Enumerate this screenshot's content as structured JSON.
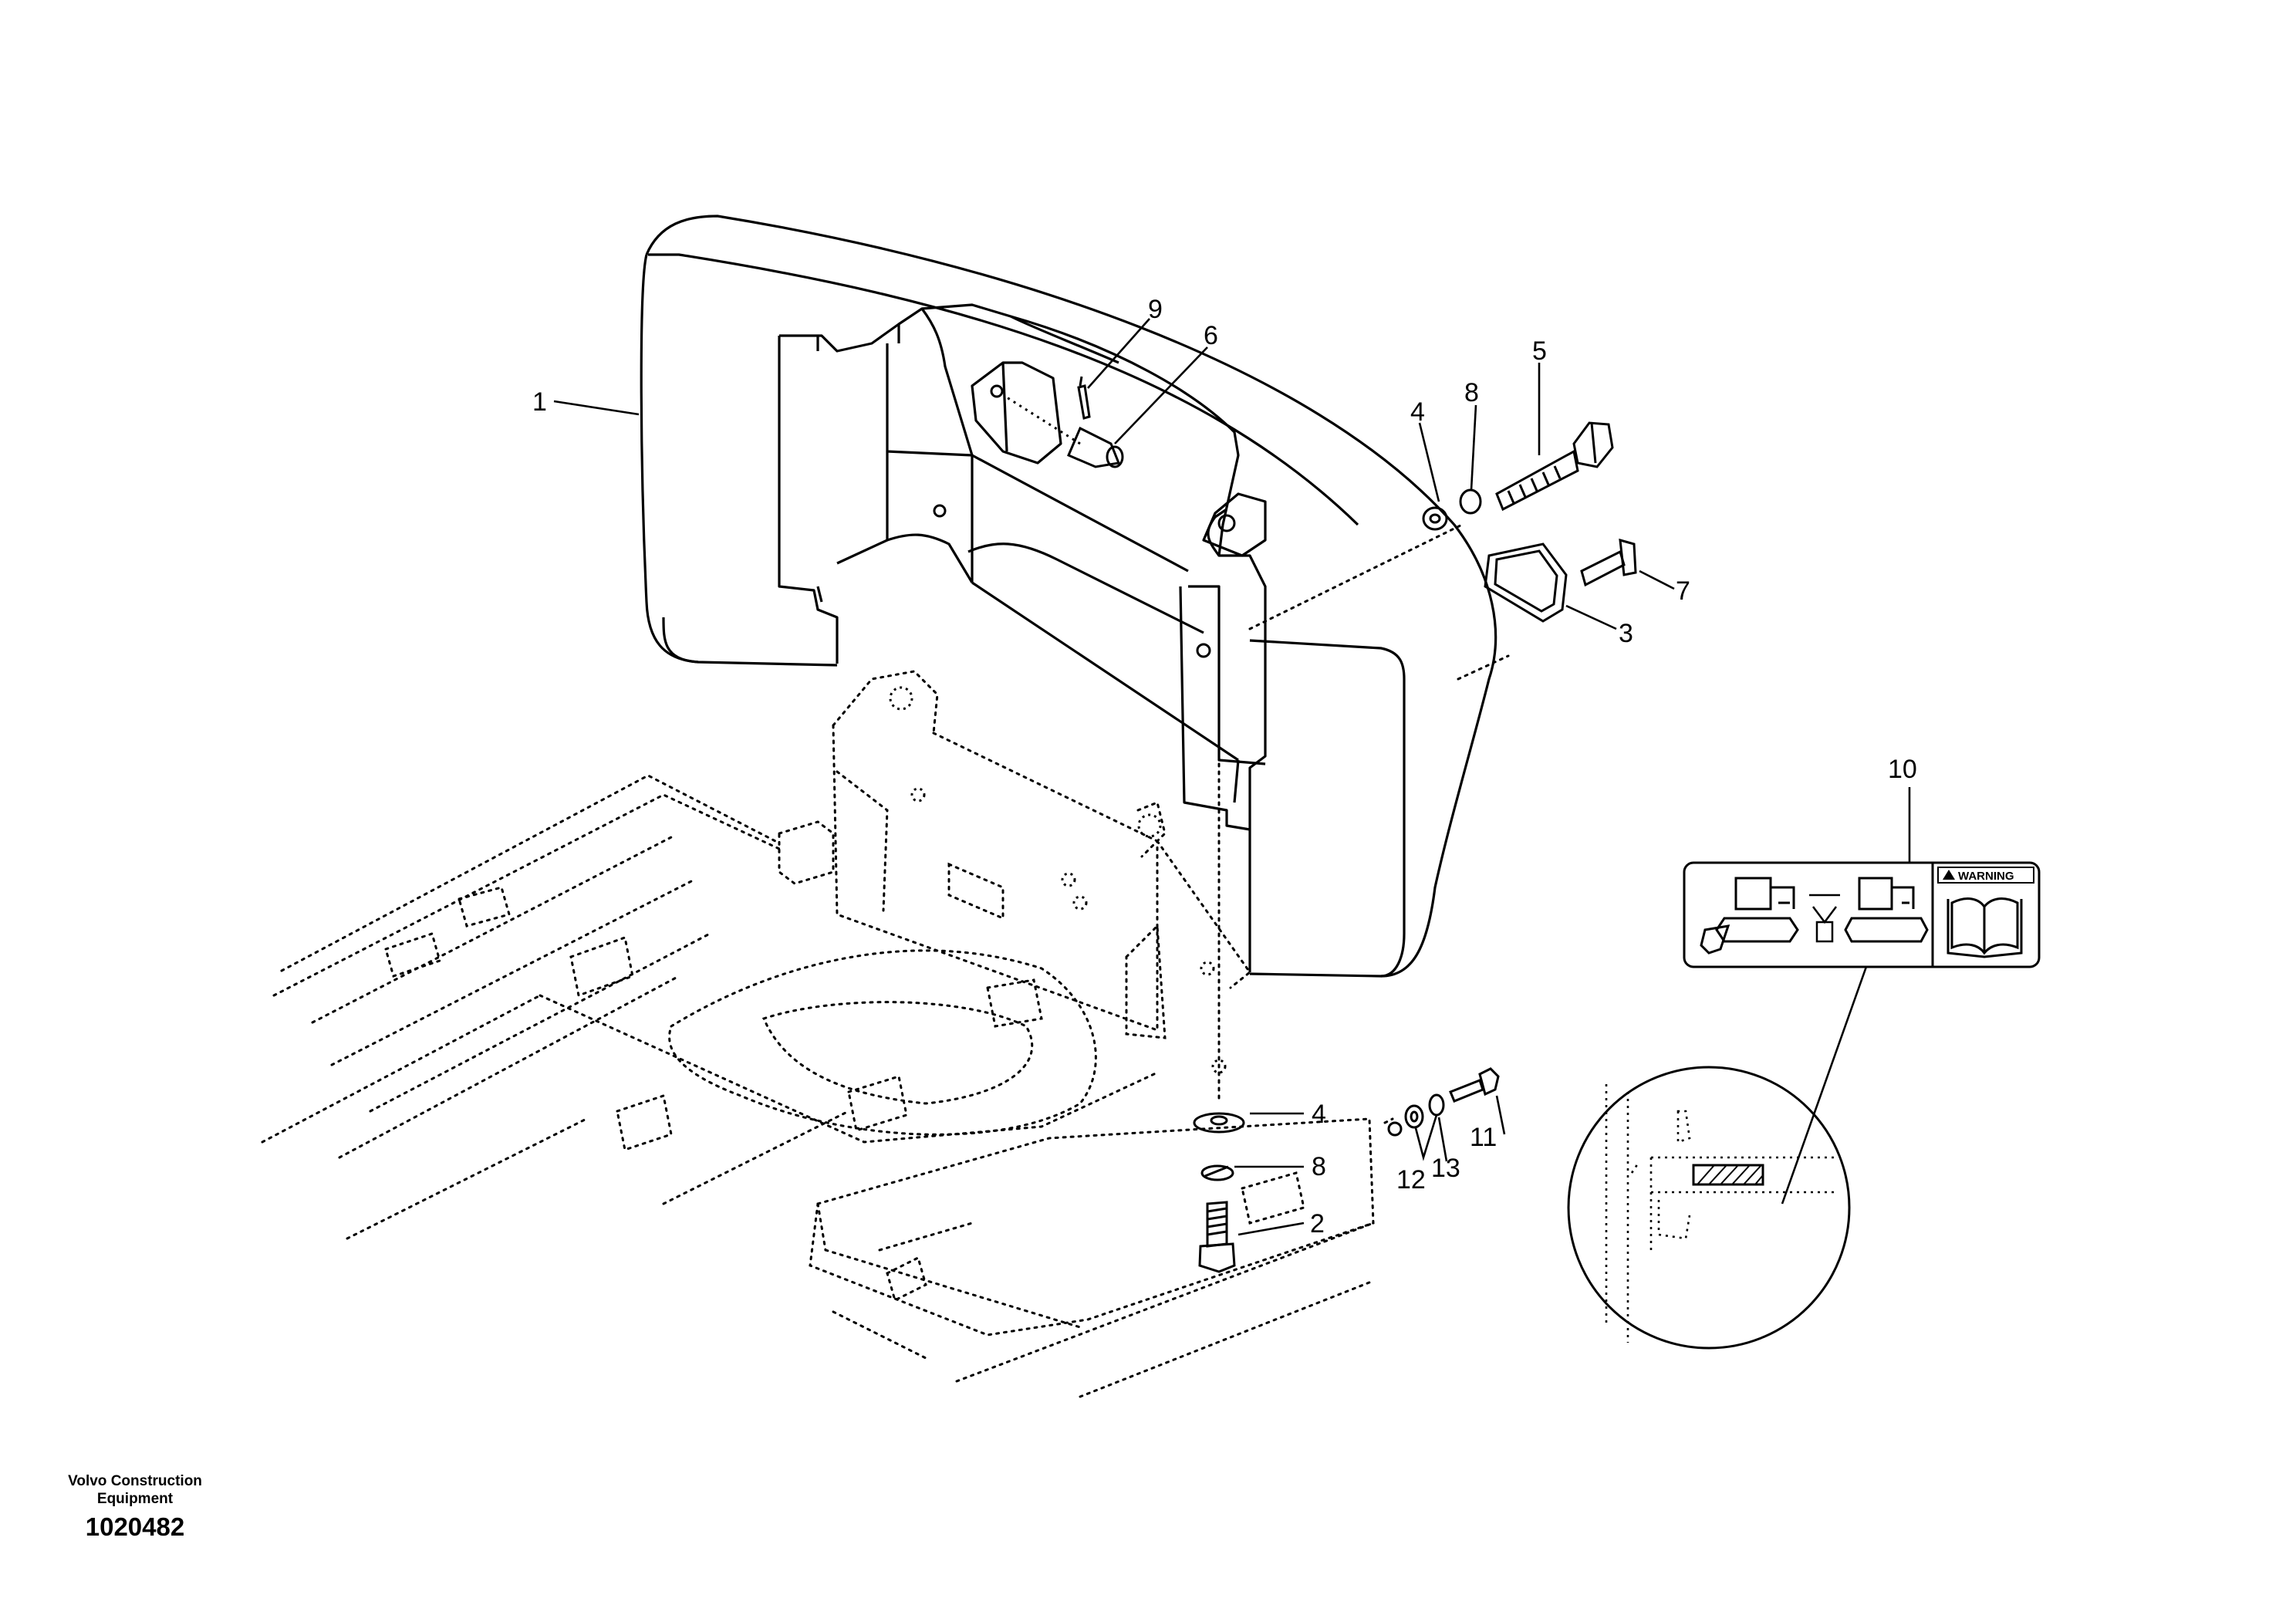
{
  "callouts": {
    "c1": "1",
    "c2": "2",
    "c3": "3",
    "c4a": "4",
    "c4b": "4",
    "c5": "5",
    "c6": "6",
    "c7": "7",
    "c8a": "8",
    "c8b": "8",
    "c9": "9",
    "c10": "10",
    "c11": "11",
    "c12": "12",
    "c13": "13"
  },
  "warning_label": {
    "text": "WARNING"
  },
  "footer": {
    "company": "Volvo Construction Equipment",
    "drawing_number": "1020482"
  },
  "icons": [
    "excavator-icon",
    "manual-book-icon",
    "warning-triangle-icon"
  ]
}
